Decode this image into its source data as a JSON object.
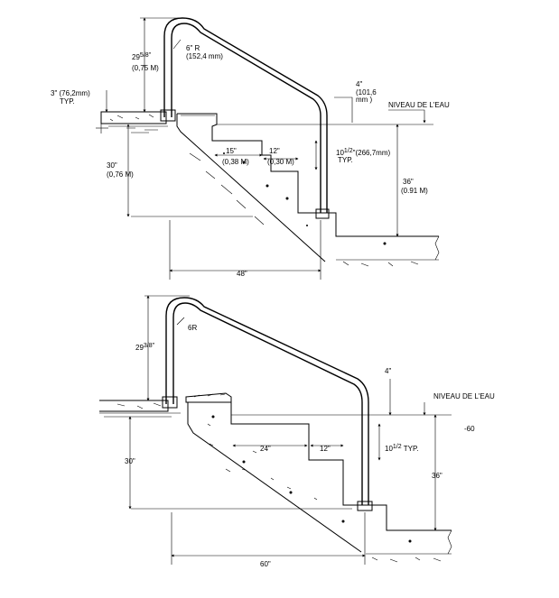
{
  "top_diagram": {
    "rail_height": "29",
    "rail_height_sup": "5/8\"",
    "rail_height_metric": "(0,75 M)",
    "radius": "6\" R",
    "radius_metric": "(152,4 mm)",
    "deck_thickness": "3\" (76,2mm)",
    "deck_thickness_typ": "TYP.",
    "rail_above_water": "4\"",
    "rail_above_water_metric": "(101,6",
    "rail_above_water_metric2": "mm )",
    "water_level": "NIVEAU DE L'EAU",
    "tread_1": "15\"",
    "tread_1_metric": "(0,38 M)",
    "tread_2": "12\"",
    "tread_2_metric": "(0,30 M)",
    "riser": "10",
    "riser_sup": "1/2",
    "riser_metric": "\"(266,7mm)",
    "riser_typ": "TYP.",
    "step_depth": "30\"",
    "step_depth_metric": "(0,76 M)",
    "pool_depth": "36\"",
    "pool_depth_metric": "(0.91 M)",
    "total_width": "48\""
  },
  "bottom_diagram": {
    "rail_height": "29",
    "rail_height_sup": "3/8\"",
    "radius": "6R",
    "rail_above_water": "4\"",
    "water_level": "NIVEAU DE L'EAU",
    "side_mark": "-60",
    "tread_1": "24\"",
    "tread_2": "12\"",
    "riser": "10",
    "riser_sup": "1/2",
    "riser_typ": " TYP.",
    "step_depth": "30\"",
    "pool_depth": "36\"",
    "total_width": "60\""
  }
}
